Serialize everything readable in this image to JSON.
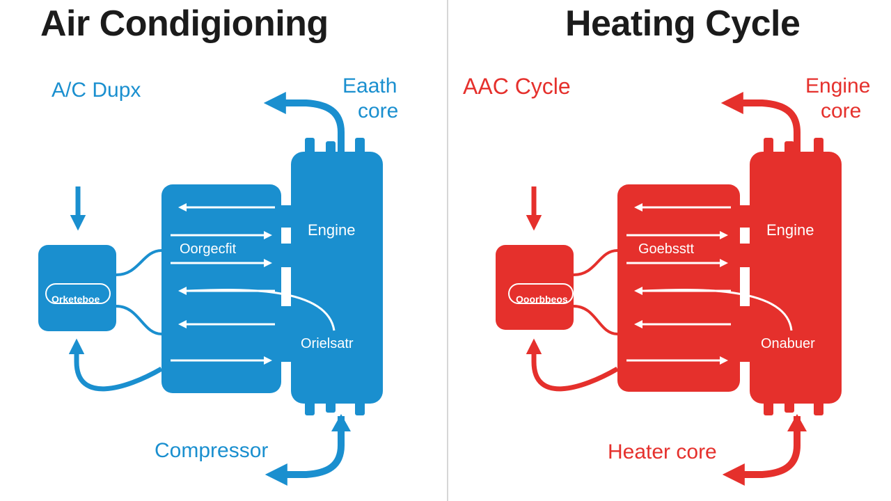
{
  "colors": {
    "cool": "#1a8fcf",
    "hot": "#e5302c",
    "title": "#1b1b1b",
    "divider": "#d6d6d6"
  },
  "left": {
    "title": "Air Condigioning",
    "top_left_label": "A/C Dupx",
    "top_right_label_line1": "Eaath",
    "top_right_label_line2": "core",
    "engine_label": "Engine",
    "mid_label": "Oorgecfit",
    "lower_label": "Orielsatr",
    "small_box_label": "Orketeboe",
    "bottom_label": "Compressor"
  },
  "right": {
    "title": "Heating Cycle",
    "top_left_label": "AAC Cycle",
    "top_right_label_line1": "Engine",
    "top_right_label_line2": "core",
    "engine_label": "Engine",
    "mid_label": "Goebsstt",
    "lower_label": "Onabuer",
    "small_box_label": "Ooorbbeos",
    "bottom_label": "Heater core"
  }
}
